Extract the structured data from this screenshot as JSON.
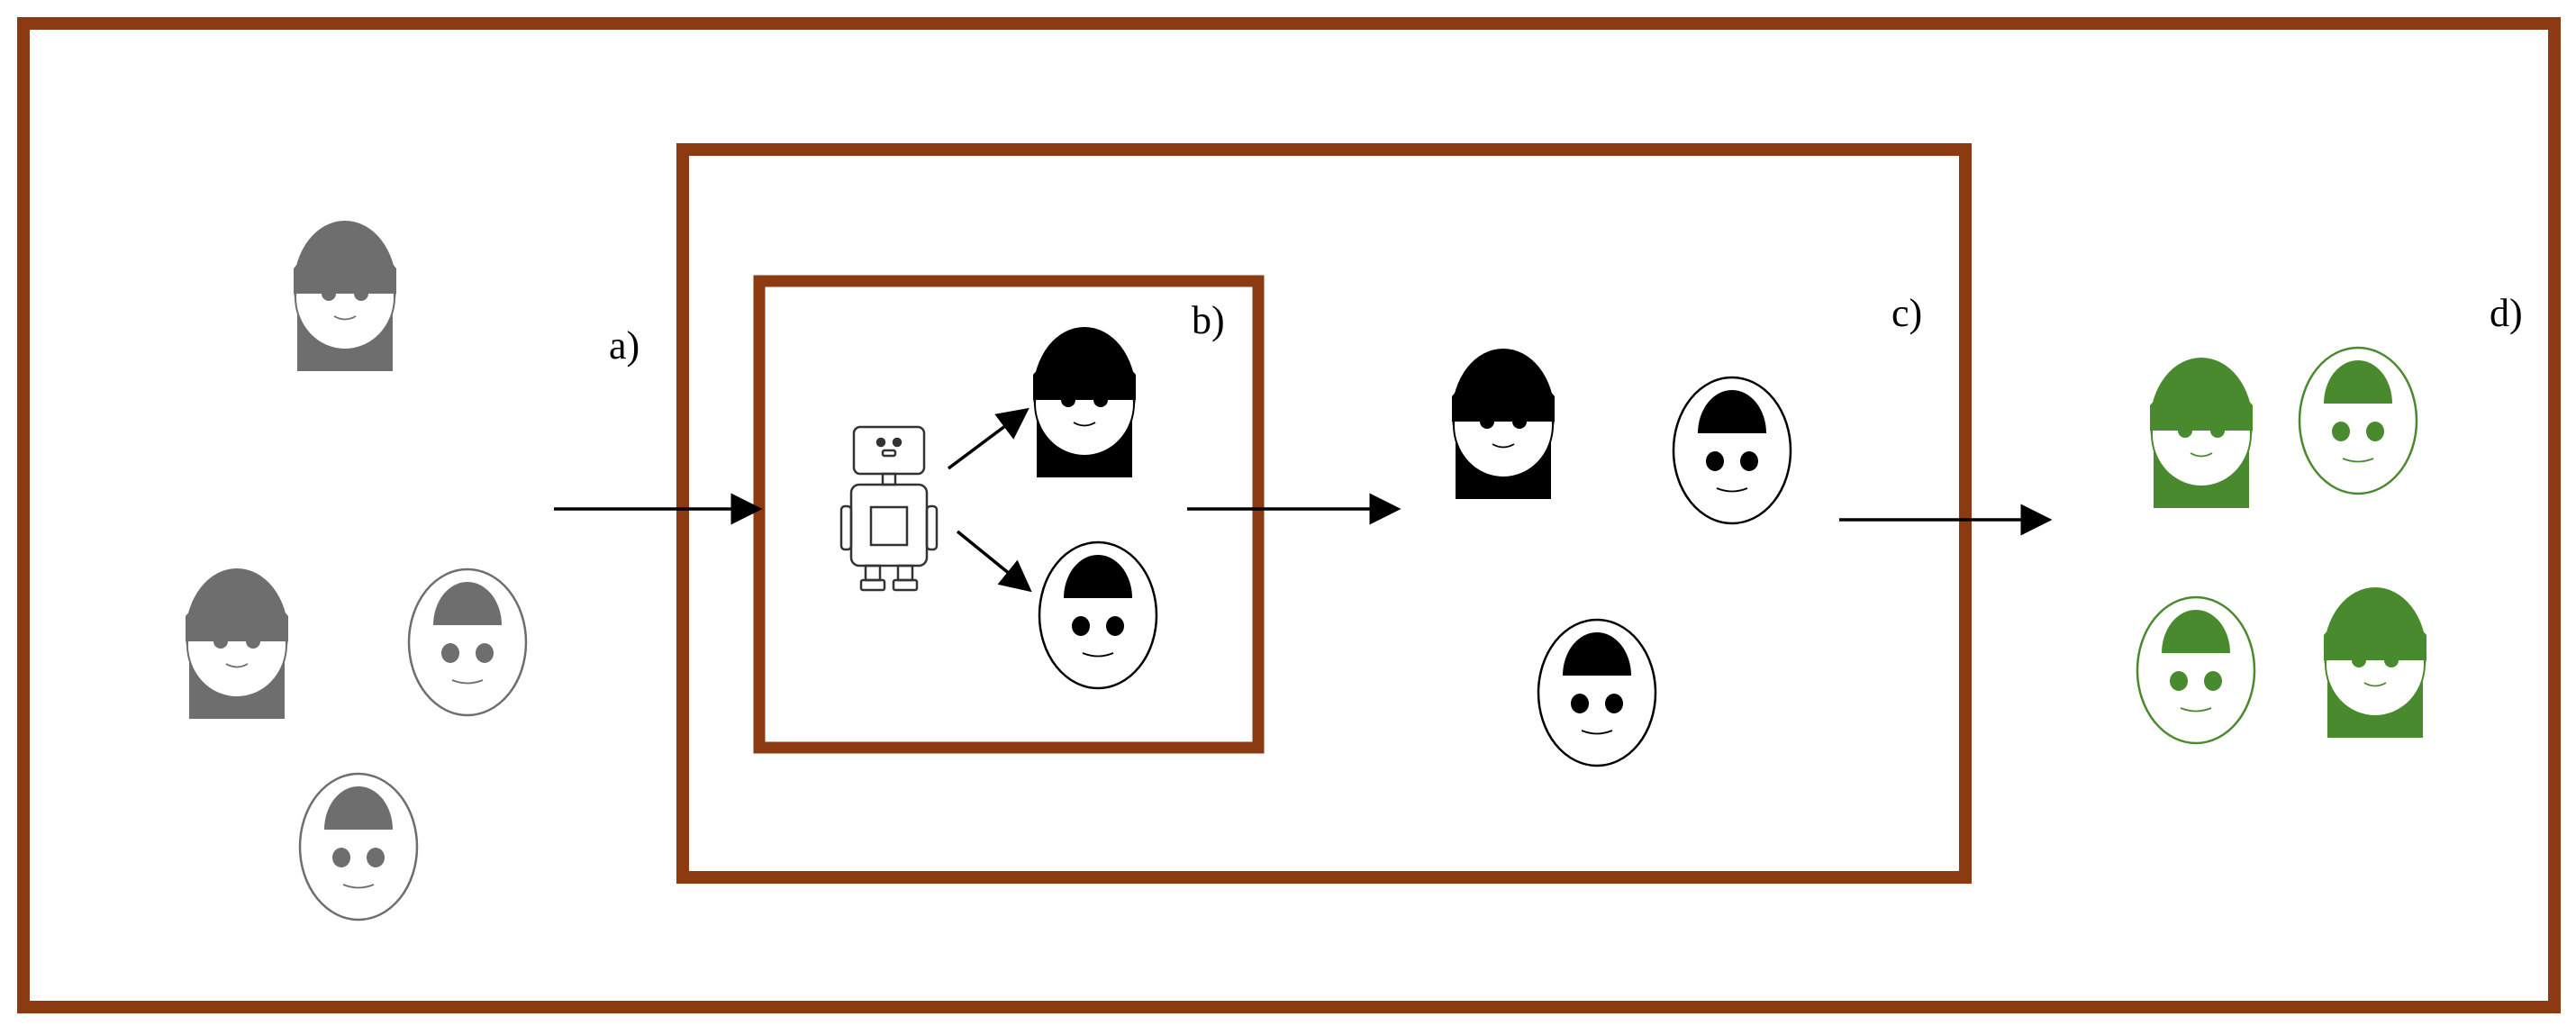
{
  "labels": {
    "a": "a)",
    "b": "b)",
    "c": "c)",
    "d": "d)"
  },
  "colors": {
    "frame": "#8B3A12",
    "input": "#6e6e6e",
    "output": "#000000",
    "result": "#4a8a2e",
    "background": "#ffffff"
  },
  "icons": {
    "figure": "robot-icon",
    "type_long_hair": "face-long-hair-icon",
    "type_short_hair": "face-short-hair-icon"
  }
}
